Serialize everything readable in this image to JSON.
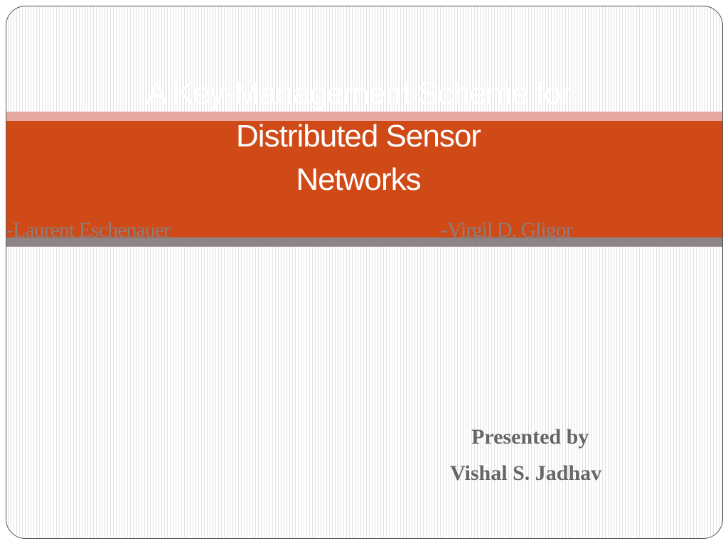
{
  "slide": {
    "title_lines": [
      "A Key-Management Scheme for",
      "Distributed Sensor",
      "Networks"
    ],
    "authors": [
      "-Laurent Eschenauer",
      "-Virgil D. Gligor"
    ],
    "presented_by_label": "Presented by",
    "presenter": "Vishal S. Jadhav",
    "colors": {
      "accent": "#d04a18",
      "band_light": "#e6aaa2",
      "band_gray": "#8c8485"
    }
  }
}
